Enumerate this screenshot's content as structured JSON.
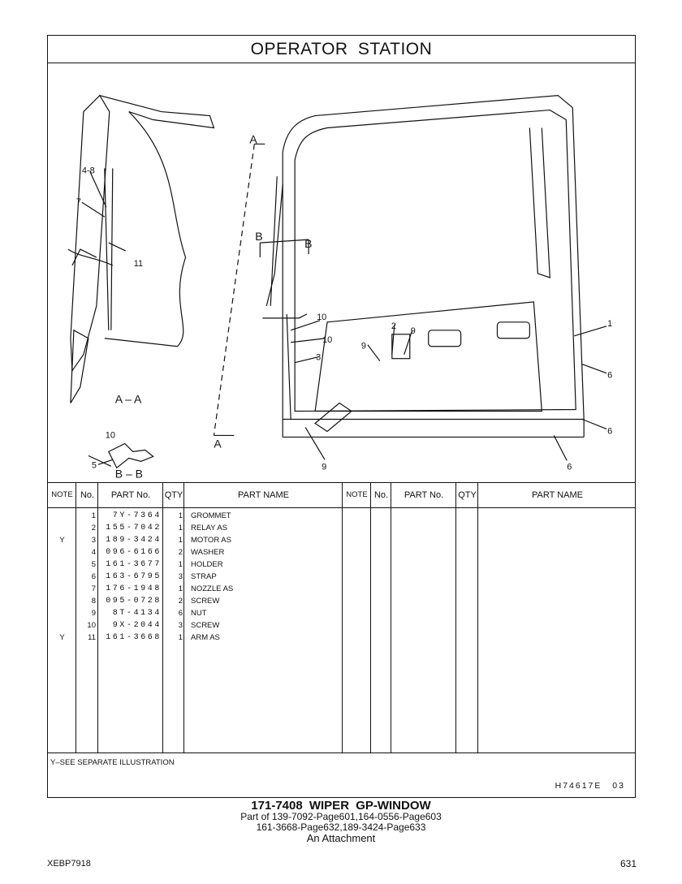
{
  "header": {
    "title": "OPERATOR STATION"
  },
  "diagram": {
    "callouts": [
      "4-8",
      "7",
      "11",
      "A – A",
      "10",
      "5",
      "B – B",
      "A",
      "A",
      "B",
      "B",
      "10",
      "10",
      "3",
      "2",
      "9",
      "9",
      "1",
      "6",
      "6",
      "6",
      "9"
    ]
  },
  "table": {
    "headers": [
      "NOTE",
      "No.",
      "PART No.",
      "QTY",
      "PART NAME"
    ],
    "rows": [
      {
        "note": "",
        "no": "1",
        "part_no": "7Y-7364",
        "qty": "1",
        "name": "GROMMET"
      },
      {
        "note": "",
        "no": "2",
        "part_no": "155-7042",
        "qty": "1",
        "name": "RELAY AS"
      },
      {
        "note": "Y",
        "no": "3",
        "part_no": "189-3424",
        "qty": "1",
        "name": "MOTOR AS"
      },
      {
        "note": "",
        "no": "4",
        "part_no": "096-6166",
        "qty": "2",
        "name": "WASHER"
      },
      {
        "note": "",
        "no": "5",
        "part_no": "161-3677",
        "qty": "1",
        "name": "HOLDER"
      },
      {
        "note": "",
        "no": "6",
        "part_no": "163-6795",
        "qty": "3",
        "name": "STRAP"
      },
      {
        "note": "",
        "no": "7",
        "part_no": "176-1948",
        "qty": "1",
        "name": "NOZZLE AS"
      },
      {
        "note": "",
        "no": "8",
        "part_no": "095-0728",
        "qty": "2",
        "name": "SCREW"
      },
      {
        "note": "",
        "no": "9",
        "part_no": "8T-4134",
        "qty": "6",
        "name": "NUT"
      },
      {
        "note": "",
        "no": "10",
        "part_no": "9X-2044",
        "qty": "3",
        "name": "SCREW"
      },
      {
        "note": "Y",
        "no": "11",
        "part_no": "161-3668",
        "qty": "1",
        "name": "ARM AS"
      }
    ]
  },
  "footer": {
    "note": "Y–SEE SEPARATE ILLUSTRATION",
    "code": "H74617E 03"
  },
  "caption": {
    "title": "171-7408  WIPER GP-WINDOW",
    "line1": "Part of 139-7092-Page601,164-0556-Page603",
    "line2": "161-3668-Page632,189-3424-Page633",
    "line3": "An Attachment"
  },
  "page": {
    "publication": "XEBP7918",
    "number": "631"
  }
}
